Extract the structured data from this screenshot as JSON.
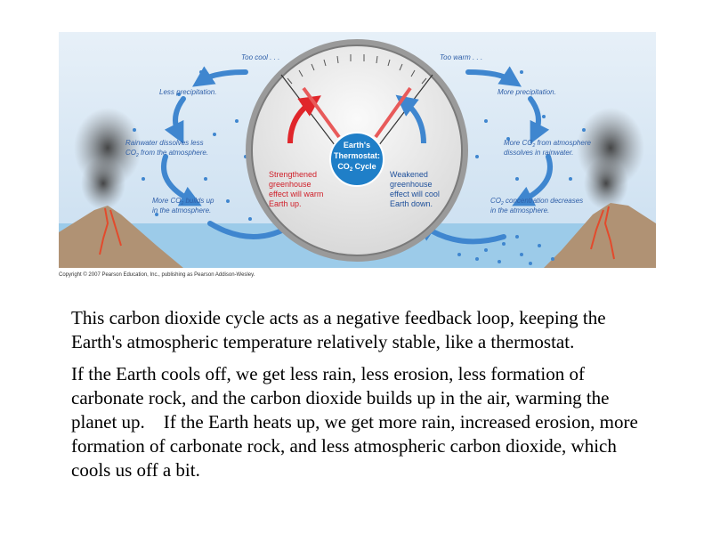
{
  "figure": {
    "center": {
      "line1": "Earth's",
      "line2": "Thermostat:",
      "line3_pre": "CO",
      "line3_sub": "2",
      "line3_post": " Cycle"
    },
    "left": {
      "too_cool": "Too cool . . .",
      "less_precip": "Less precipitation.",
      "rain_dissolves_1": "Rainwater dissolves less",
      "rain_dissolves_2_pre": "CO",
      "rain_dissolves_2_sub": "2",
      "rain_dissolves_2_post": " from the atmosphere.",
      "builds_1_pre": "More CO",
      "builds_1_sub": "2",
      "builds_1_post": " builds up",
      "builds_2": "in the atmosphere.",
      "warm_1": "Strengthened",
      "warm_2": "greenhouse",
      "warm_3": "effect will warm",
      "warm_4": "Earth up."
    },
    "right": {
      "too_warm": "Too warm . . .",
      "more_precip": "More precipitation.",
      "more_co2_1_pre": "More CO",
      "more_co2_1_sub": "2",
      "more_co2_1_post": " from atmosphere",
      "more_co2_2": "dissolves in rainwater.",
      "decrease_1_pre": "CO",
      "decrease_1_sub": "2",
      "decrease_1_post": " concentration decreases",
      "decrease_2": "in the atmosphere.",
      "cool_1": "Weakened",
      "cool_2": "greenhouse",
      "cool_3": "effect will cool",
      "cool_4": "Earth down."
    },
    "colors": {
      "sky": "#cfe3f3",
      "water": "#9ccbe9",
      "arrow_blue": "#3f86cf",
      "arrow_red": "#e0262b",
      "center_disc": "#1f7fc8"
    }
  },
  "copyright": "Copyright © 2007 Pearson Education, Inc., publishing as Pearson Addison-Wesley.",
  "caption": {
    "p1": "This carbon dioxide cycle acts as a negative feedback loop, keeping the Earth's atmospheric temperature relatively stable, like a thermostat.",
    "p2": "If the Earth cools off, we get less rain, less erosion, less formation of carbonate rock, and the carbon dioxide builds up in the air, warming the planet up.    If the Earth heats up, we get more rain, increased erosion, more formation of carbonate rock, and less atmospheric carbon dioxide, which cools us off a bit."
  }
}
